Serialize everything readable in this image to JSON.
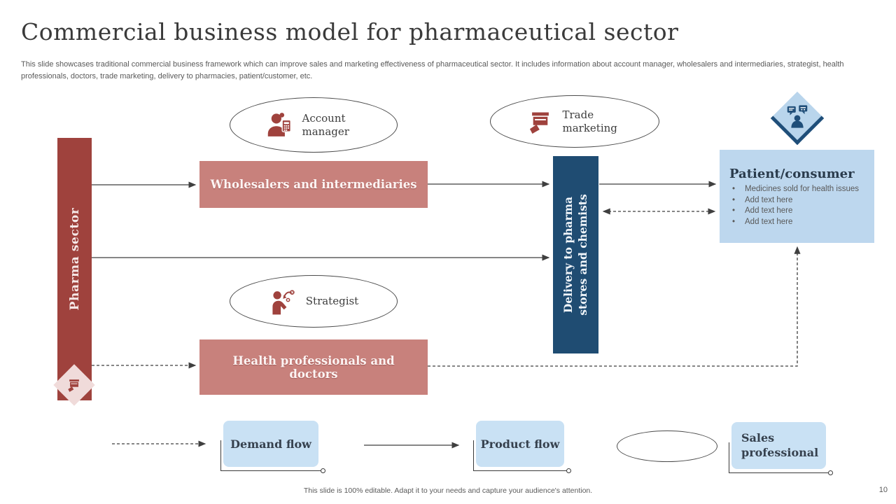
{
  "slide": {
    "title": "Commercial business model for pharmaceutical sector",
    "subtitle": "This slide showcases traditional commercial business framework which can improve sales and marketing effectiveness of pharmaceutical sector. It includes information about account manager, wholesalers and intermediaries, strategist, health professionals, doctors, trade marketing, delivery to pharmacies, patient/customer, etc.",
    "footer": "This slide is 100% editable. Adapt it to your needs and capture your audience's attention.",
    "page_number": "10"
  },
  "colors": {
    "maroon": "#9F423D",
    "rose": "#C8817C",
    "navy": "#1F4C72",
    "diamond_navy": "#1F4E79",
    "patient_blue": "#BDD7EE",
    "legend_blue": "#C9E1F4",
    "pink_diamond": "#F0DBDA",
    "text_gray": "#595959",
    "arrow_gray": "#3f3f3f"
  },
  "nodes": {
    "pharma_sector": {
      "label": "Pharma sector",
      "icon": "store-megaphone-icon"
    },
    "wholesalers": {
      "label": "Wholesalers and intermediaries"
    },
    "health_professionals": {
      "label": "Health professionals and doctors"
    },
    "delivery": {
      "label": "Delivery to pharma stores and chemists"
    },
    "patient": {
      "title": "Patient/consumer",
      "bullets": [
        "Medicines sold for health issues",
        "Add text here",
        "Add text here",
        "Add text here"
      ],
      "icon": "consumer-chat-icon"
    }
  },
  "roles": {
    "account_manager": {
      "label": "Account manager",
      "icon": "person-calculator-icon"
    },
    "trade_marketing": {
      "label": "Trade marketing",
      "icon": "store-megaphone-icon"
    },
    "strategist": {
      "label": "Strategist",
      "icon": "person-strategy-icon"
    }
  },
  "legend": {
    "demand_flow": {
      "label": "Demand flow",
      "arrow_style": "dashed"
    },
    "product_flow": {
      "label": "Product flow",
      "arrow_style": "solid"
    },
    "sales_professional": {
      "label": "Sales professional"
    }
  }
}
